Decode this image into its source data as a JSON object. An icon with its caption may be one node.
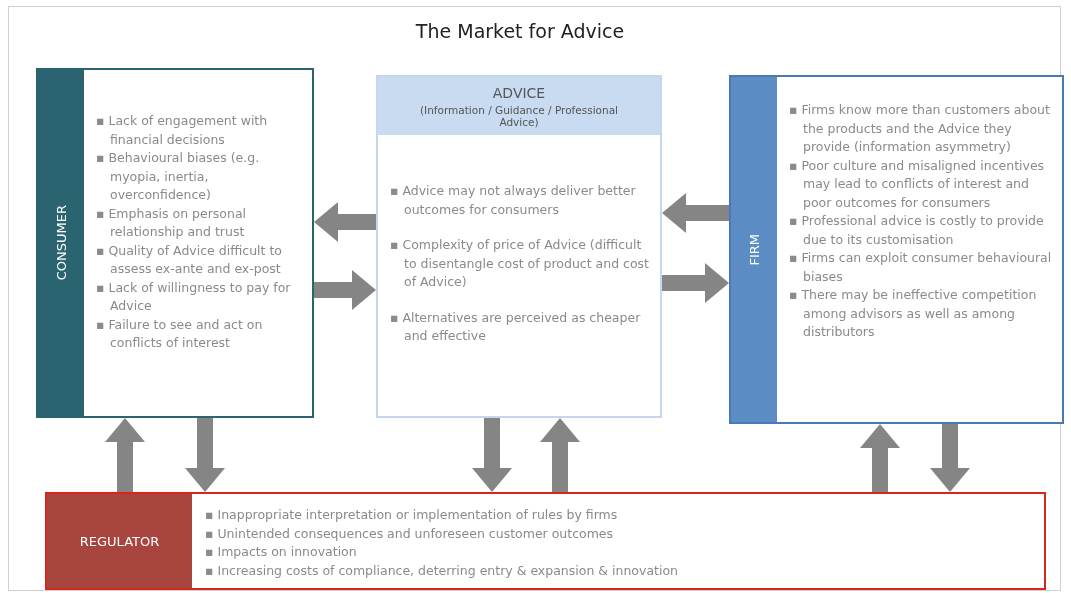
{
  "diagram": {
    "title": "The Market for Advice",
    "nodes": [
      {
        "text": [
          "CONSUMER",
          "▪ Lack of engagement with financial decisions",
          "▪ Behavioural biases (e.g. myopia, inertia, overconfidence)",
          "▪ Emphasis on personal relationship and trust",
          "▪ Quality of Advice difficult to assess ex-ante and ex-post",
          "▪ Lack of willingness to pay for Advice",
          "▪ Failure to see and act on conflicts of interest"
        ]
      },
      {
        "text": [
          "ADVICE",
          "(Information / Guidance / Professional Advice)",
          "▪ Advice may not always deliver better outcomes for consumers",
          "▪ Complexity of price of Advice (difficult to disentangle cost of product and cost of Advice)",
          "▪ Alternatives are perceived as cheaper and effective"
        ]
      },
      {
        "text": [
          "FIRM",
          "▪ Firms know more than customers about the products and the Advice they provide (information asymmetry)",
          "▪ Poor culture and misaligned incentives may lead to conflicts of interest and poor outcomes for consumers",
          "▪ Professional advice is costly to provide due to its customisation",
          "▪ Firms can exploit consumer behavioural biases",
          "▪ There may be ineffective competition among advisors as well as among distributors"
        ]
      },
      {
        "text": [
          "REGULATOR",
          "▪ Inappropriate interpretation or implementation of rules by firms",
          "▪ Unintended consequences and unforeseen customer outcomes",
          "▪ Impacts on innovation",
          "▪ Increasing costs of compliance, deterring entry & expansion & innovation"
        ]
      }
    ],
    "edges": [
      {
        "from": 1,
        "to": 0,
        "arrow": "to"
      },
      {
        "from": 0,
        "to": 1,
        "arrow": "to"
      },
      {
        "from": 2,
        "to": 1,
        "arrow": "to"
      },
      {
        "from": 1,
        "to": 2,
        "arrow": "to"
      },
      {
        "from": 3,
        "to": 0,
        "arrow": "to"
      },
      {
        "from": 0,
        "to": 3,
        "arrow": "to"
      },
      {
        "from": 1,
        "to": 3,
        "arrow": "to"
      },
      {
        "from": 3,
        "to": 1,
        "arrow": "to"
      },
      {
        "from": 3,
        "to": 2,
        "arrow": "to"
      },
      {
        "from": 2,
        "to": 3,
        "arrow": "to"
      }
    ]
  }
}
